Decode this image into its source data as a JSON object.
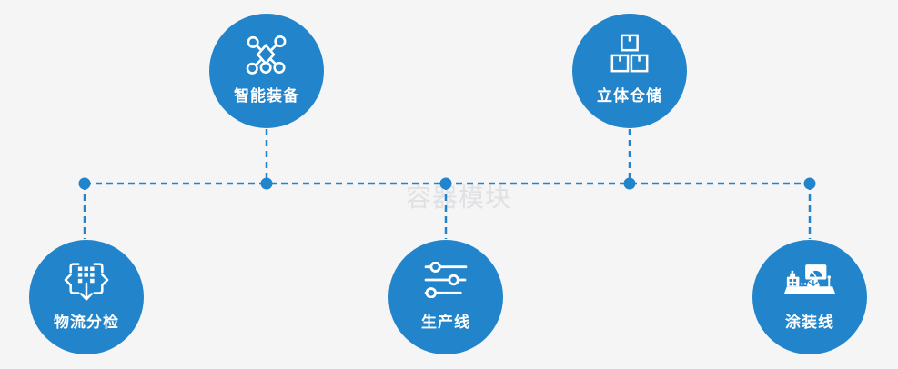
{
  "watermark": "容器模块",
  "colors": {
    "node_blue": "#2285cb",
    "line_blue": "#2285cb",
    "background": "#f5f5f6",
    "watermark_gray": "#e0e1e3",
    "icon_white": "#ffffff"
  },
  "nodes": [
    {
      "id": "smart-equipment",
      "label": "智能装备",
      "icon": "network-nodes-icon",
      "position": "top-left"
    },
    {
      "id": "stereo-warehouse",
      "label": "立体仓储",
      "icon": "stacked-boxes-icon",
      "position": "top-right"
    },
    {
      "id": "logistics-sorting",
      "label": "物流分检",
      "icon": "sort-distribute-icon",
      "position": "bottom-left"
    },
    {
      "id": "production-line",
      "label": "生产线",
      "icon": "sliders-icon",
      "position": "bottom-center"
    },
    {
      "id": "coating-line",
      "label": "涂装线",
      "icon": "machine-monitor-icon",
      "position": "bottom-right"
    }
  ]
}
